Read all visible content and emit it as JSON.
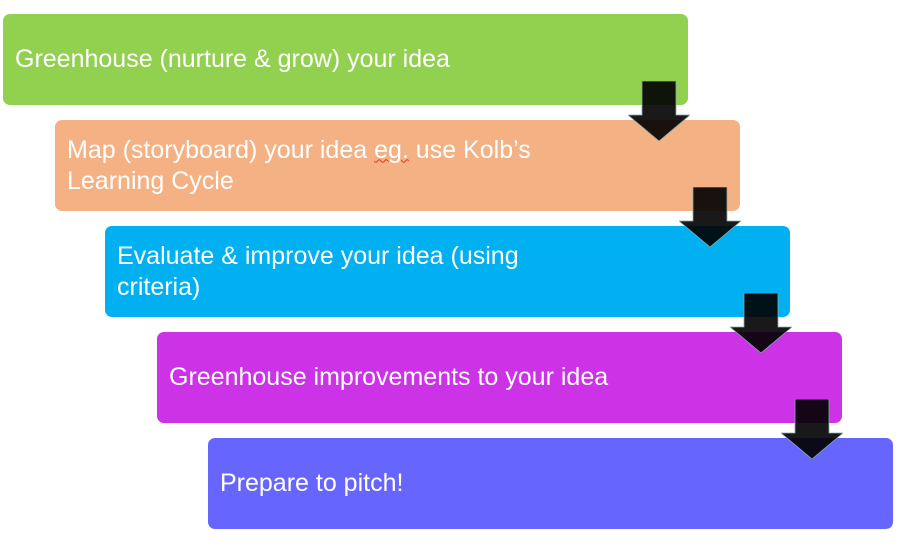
{
  "steps": [
    {
      "text": "Greenhouse (nurture & grow) your idea",
      "color": "#92D050"
    },
    {
      "text_pre": "Map (storyboard) your idea ",
      "text_sq": "eg.",
      "text_post": " use Kolb’s Learning Cycle",
      "color": "#F4B183"
    },
    {
      "text": "Evaluate & improve your idea (using criteria)",
      "color": "#00B0F0"
    },
    {
      "text": "Greenhouse improvements to your idea",
      "color": "#CC33E6"
    },
    {
      "text": "Prepare to pitch!",
      "color": "#6666FF"
    }
  ],
  "arrow_color": "#111111"
}
